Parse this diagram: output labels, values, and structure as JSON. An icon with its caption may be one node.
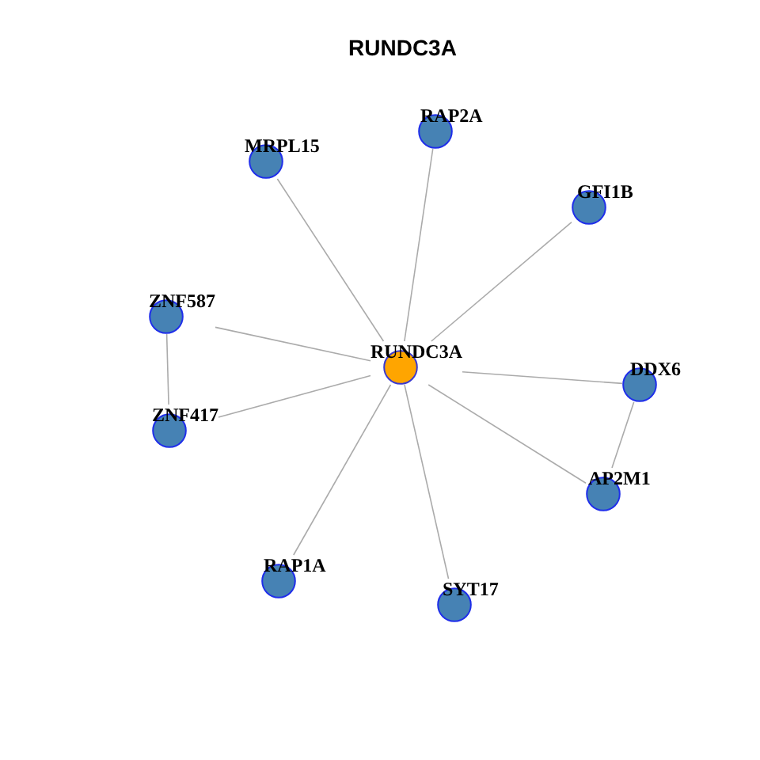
{
  "diagram": {
    "title": "RUNDC3A",
    "nodes": [
      {
        "text": [
          "RAP2A"
        ]
      },
      {
        "text": [
          "MRPL15"
        ]
      },
      {
        "text": [
          "GFI1B"
        ]
      },
      {
        "text": [
          "ZNF587"
        ]
      },
      {
        "text": [
          "RUNDC3A"
        ]
      },
      {
        "text": [
          "DDX6"
        ]
      },
      {
        "text": [
          "ZNF417"
        ]
      },
      {
        "text": [
          "AP2M1"
        ]
      },
      {
        "text": [
          "RAP1A"
        ]
      },
      {
        "text": [
          "SYT17"
        ]
      }
    ],
    "edges": [
      {
        "from": 4,
        "to": 0,
        "arrow": "none"
      },
      {
        "from": 4,
        "to": 1,
        "arrow": "none"
      },
      {
        "from": 4,
        "to": 2,
        "arrow": "none"
      },
      {
        "from": 4,
        "to": 3,
        "arrow": "none"
      },
      {
        "from": 4,
        "to": 5,
        "arrow": "none"
      },
      {
        "from": 4,
        "to": 6,
        "arrow": "none"
      },
      {
        "from": 4,
        "to": 7,
        "arrow": "none"
      },
      {
        "from": 4,
        "to": 8,
        "arrow": "none"
      },
      {
        "from": 4,
        "to": 9,
        "arrow": "none"
      },
      {
        "from": 3,
        "to": 6,
        "arrow": "none"
      },
      {
        "from": 5,
        "to": 7,
        "arrow": "none"
      }
    ]
  }
}
